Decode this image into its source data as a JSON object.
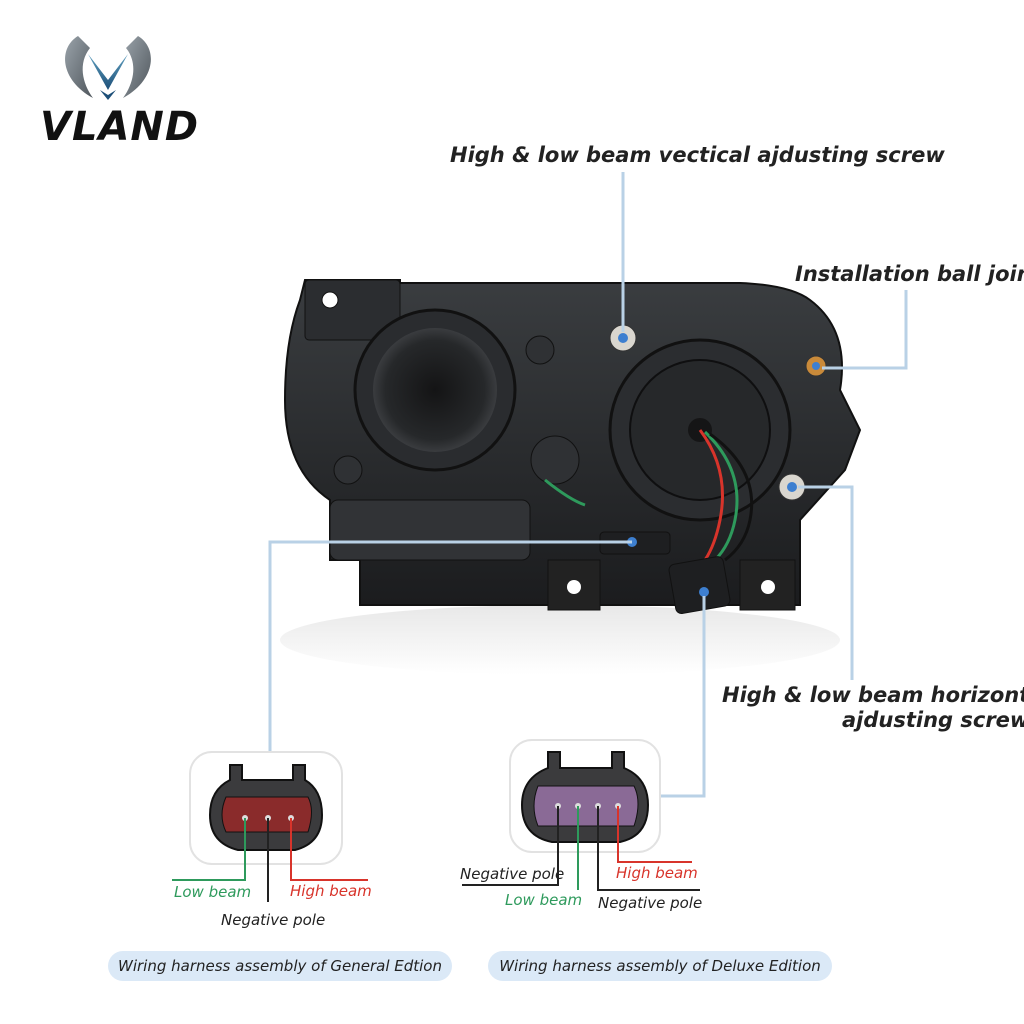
{
  "brand": {
    "logo_text": "VLAND"
  },
  "callouts": {
    "vertical_screw": "High & low beam vectical ajdusting screw",
    "ball_joint": "Installation ball joint",
    "horizontal_screw_line1": "High & low beam horizontal",
    "horizontal_screw_line2": "ajdusting screw"
  },
  "general_connector": {
    "low_beam": "Low beam",
    "high_beam": "High beam",
    "negative_pole": "Negative pole",
    "caption": "Wiring harness assembly of General Edtion"
  },
  "deluxe_connector": {
    "negative_pole_left": "Negative pole",
    "low_beam": "Low beam",
    "high_beam": "High beam",
    "negative_pole_right": "Negative pole",
    "caption": "Wiring harness assembly of Deluxe Edition"
  },
  "colors": {
    "leader_line": "#b9d1e6",
    "low_beam_wire": "#2e9a5c",
    "high_beam_wire": "#d8342b",
    "negative_wire": "#222222",
    "caption_pill": "#dbe9f7",
    "general_plug": "#8a2b2b",
    "deluxe_plug": "#8a6a96"
  }
}
